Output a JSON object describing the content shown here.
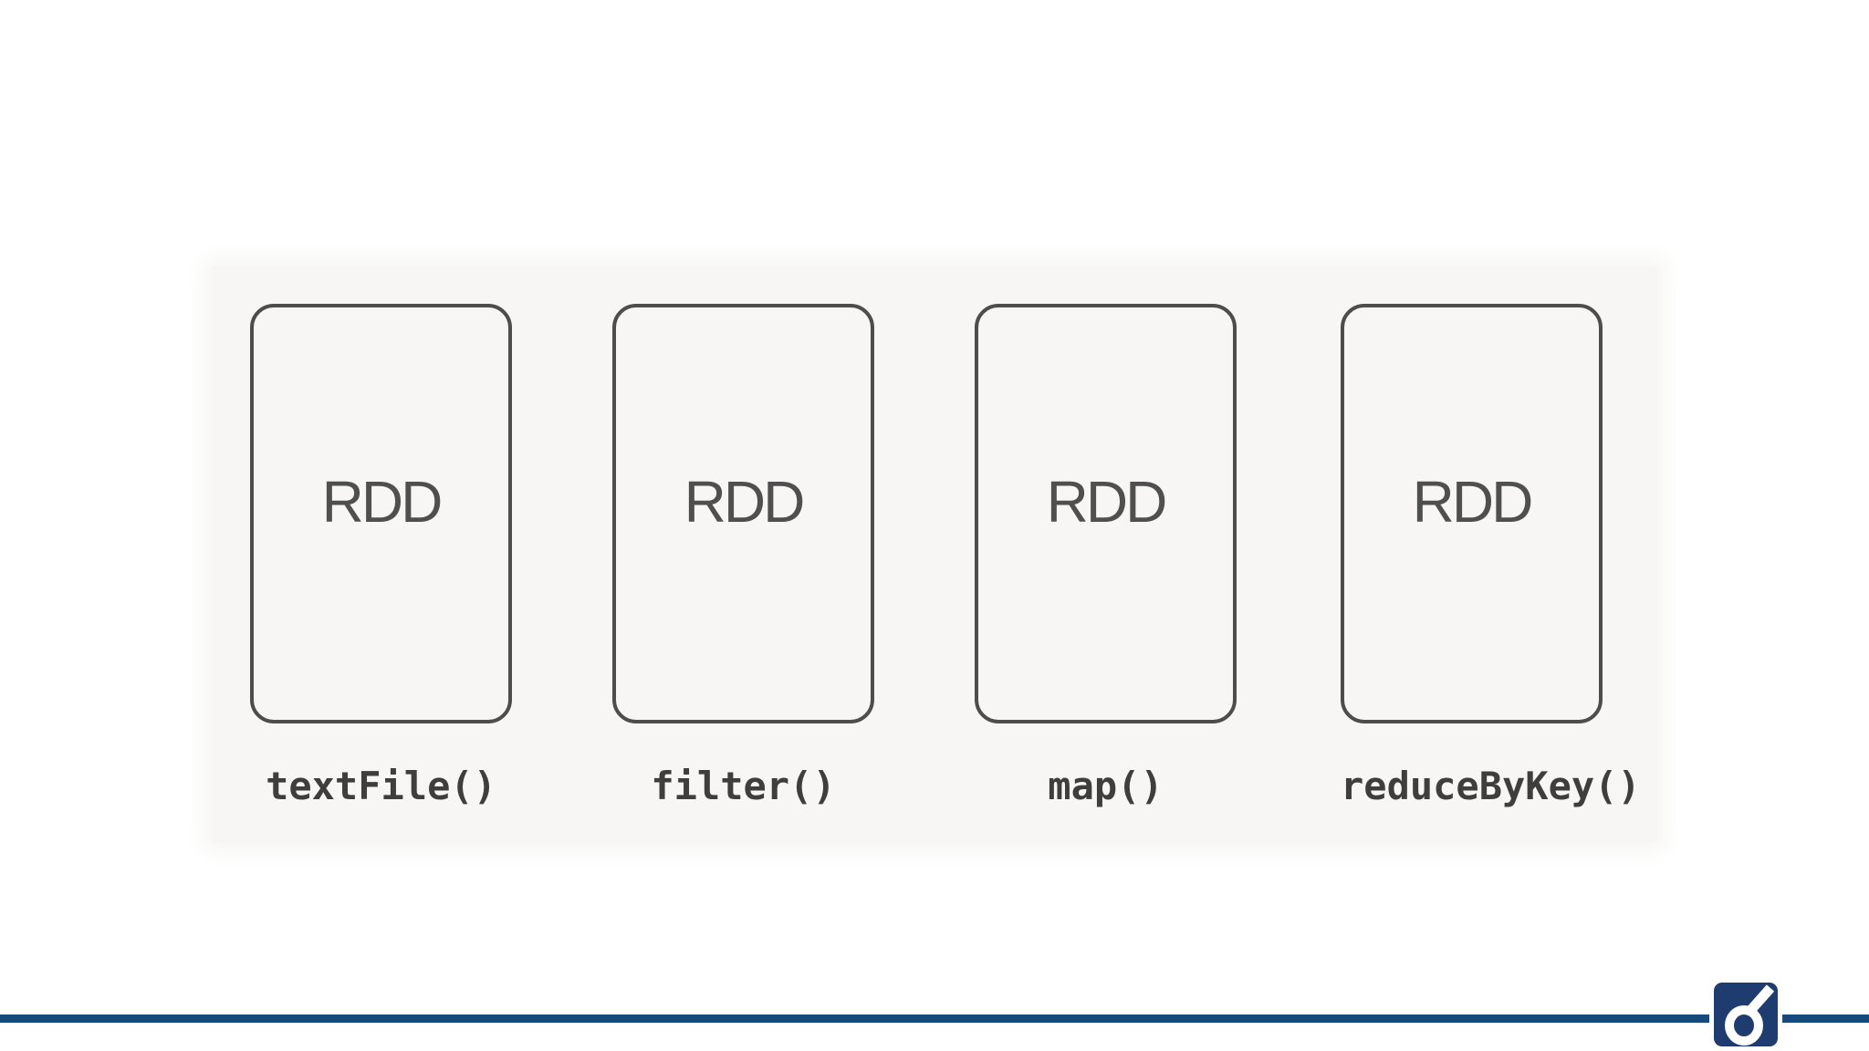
{
  "theme": {
    "page_bg": "#ffffff",
    "panel_bg": "#f7f6f4",
    "box_border": "#4d4d4d",
    "box_text": "#4f4f4f",
    "op_text": "#3e3e3e",
    "rule": "#164a7d",
    "logo_bg": "#1e3c70",
    "logo_glyph": "#ffffff"
  },
  "diagram": {
    "stages": [
      {
        "box_label": "RDD",
        "operation": "textFile()"
      },
      {
        "box_label": "RDD",
        "operation": "filter()"
      },
      {
        "box_label": "RDD",
        "operation": "map()"
      },
      {
        "box_label": "RDD",
        "operation": "reduceByKey()"
      }
    ]
  },
  "footer": {
    "logo_name": "oreilly-mark",
    "logo_glyph": "o-with-acute-accent"
  }
}
